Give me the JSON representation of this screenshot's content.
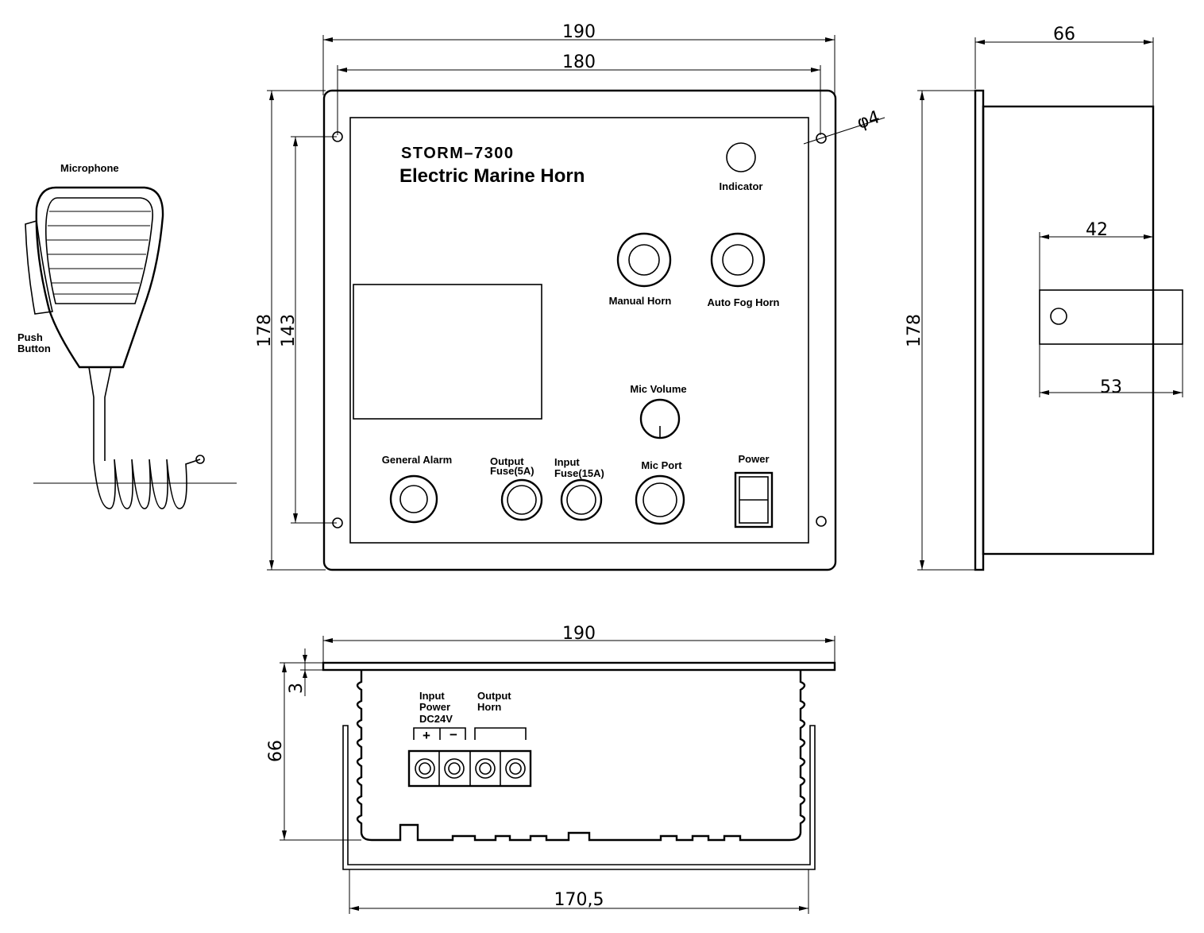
{
  "product": {
    "model": "STORM–7300",
    "name": "Electric Marine Horn"
  },
  "labels": {
    "microphone": "Microphone",
    "push_button": [
      "Push",
      "Button"
    ],
    "indicator": "Indicator",
    "manual_horn": "Manual Horn",
    "auto_fog_horn": "Auto Fog Horn",
    "mic_volume": "Mic Volume",
    "general_alarm": "General Alarm",
    "output_fuse": [
      "Output",
      "Fuse(5A)"
    ],
    "input_fuse": [
      "Input",
      "Fuse(15A)"
    ],
    "mic_port": "Mic Port",
    "power": "Power",
    "input_power": [
      "Input",
      "Power",
      "DC24V"
    ],
    "output_horn": [
      "Output",
      "Horn"
    ],
    "plus": "+",
    "minus": "−"
  },
  "dimensions": {
    "front_width_outer": "190",
    "front_width_holes": "180",
    "front_height_outer": "178",
    "front_height_holes": "143",
    "hole_diameter": "φ4",
    "side_depth": "66",
    "side_height": "178",
    "bracket_inner": "42",
    "bracket_outer": "53",
    "bottom_width": "190",
    "bottom_depth": "66",
    "flange_thickness": "3",
    "body_width": "170,5"
  },
  "colors": {
    "line": "#000000",
    "background": "#ffffff"
  }
}
